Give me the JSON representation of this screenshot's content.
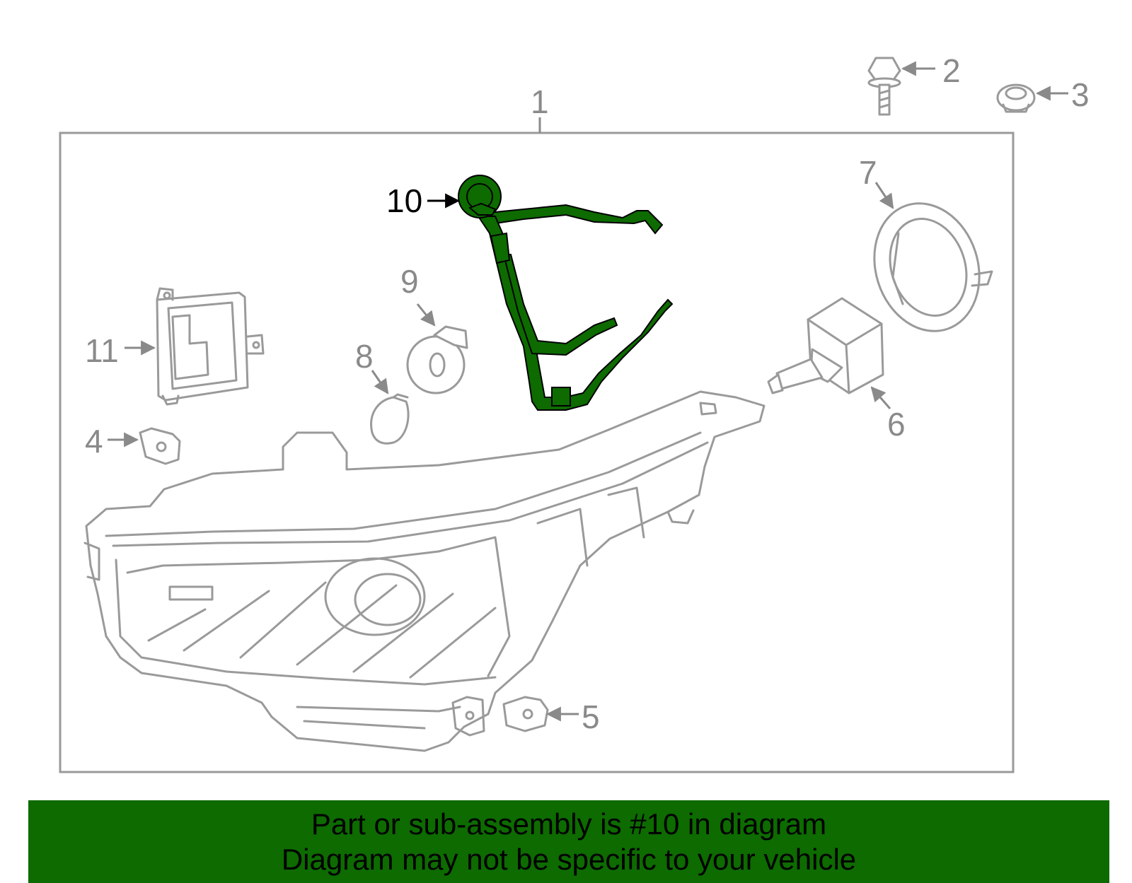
{
  "callouts": {
    "c1": "1",
    "c2": "2",
    "c3": "3",
    "c4": "4",
    "c5": "5",
    "c6": "6",
    "c7": "7",
    "c8": "8",
    "c9": "9",
    "c10": "10",
    "c11": "11"
  },
  "highlight": {
    "part_number": "10",
    "color": "#0d6b00"
  },
  "banner": {
    "line1": "Part or sub-assembly is #10 in diagram",
    "line2": "Diagram may not be specific to your vehicle",
    "background": "#0d6b00"
  }
}
